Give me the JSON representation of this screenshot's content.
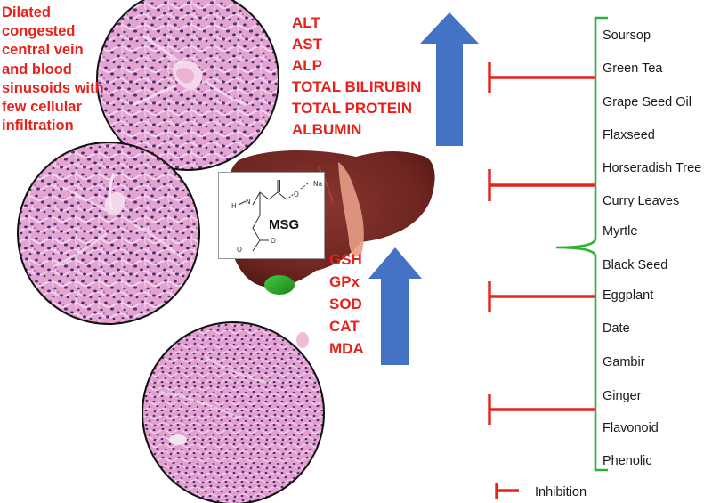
{
  "colors": {
    "tissue_base": "#e2a2d0",
    "nuclei": "#553070",
    "accent_red": "#e8211b",
    "arrow_blue": "#4472c4",
    "brace_green": "#2fb036",
    "liver": "#7a2a26",
    "gallbladder": "#2e9f2e"
  },
  "histology_note": "Dilated congested central vein and blood sinusoids with few cellular infiltration",
  "upper_markers": [
    "ALT",
    "AST",
    "ALP",
    "TOTAL BILIRUBIN",
    "TOTAL PROTEIN",
    "ALBUMIN"
  ],
  "lower_markers": [
    "GSH",
    "GPx",
    "SOD",
    "CAT",
    "MDA"
  ],
  "msg": {
    "label": "MSG",
    "atom_na": "Na",
    "atom_h": "H",
    "atom_n": "N",
    "atom_o": "O",
    "atom_o_neg": "O",
    "atom_o_bottom": "O"
  },
  "remedies": [
    "Soursop",
    "Green Tea",
    "Grape Seed Oil",
    "Flaxseed",
    "Horseradish Tree",
    "Curry Leaves",
    "Myrtle",
    "Black Seed",
    "Eggplant",
    "Date",
    "Gambir",
    "Ginger",
    "Flavonoid",
    "Phenolic"
  ],
  "legend": {
    "label": "Inhibition",
    "icon": "inhibition-icon"
  }
}
